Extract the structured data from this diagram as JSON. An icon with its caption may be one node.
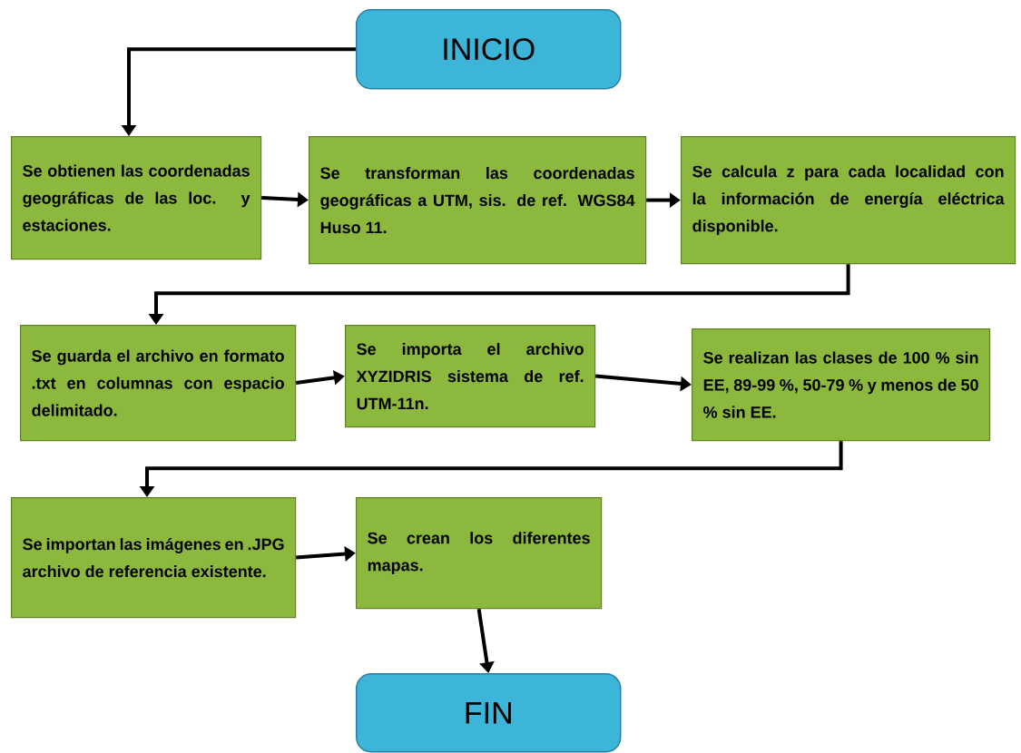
{
  "diagram": {
    "nodes": [
      {
        "text": [
          "INICIO"
        ]
      },
      {
        "text": [
          "Se obtienen las coordenadas geográficas de las loc. y estaciones."
        ]
      },
      {
        "text": [
          "Se transforman las coordenadas geográficas a UTM, sis. de ref. WGS84 Huso 11."
        ]
      },
      {
        "text": [
          "Se calcula z para cada localidad con la información de energía eléctrica disponible."
        ]
      },
      {
        "text": [
          "Se guarda el archivo en formato .txt en columnas con espacio delimitado."
        ]
      },
      {
        "text": [
          "Se importa el archivo XYZIDRIS sistema de ref. UTM-11n."
        ]
      },
      {
        "text": [
          "Se realizan las clases de 100 % sin EE, 89-99 %, 50-79 % y menos de 50 % sin EE."
        ]
      },
      {
        "text": [
          "Se importan las imágenes en .JPG archivo de referencia existente."
        ]
      },
      {
        "text": [
          "Se crean los diferentes mapas."
        ]
      },
      {
        "text": [
          "FIN"
        ]
      }
    ],
    "edges": [
      {
        "from": 0,
        "to": 1,
        "arrow": "to"
      },
      {
        "from": 1,
        "to": 2,
        "arrow": "to"
      },
      {
        "from": 2,
        "to": 3,
        "arrow": "to"
      },
      {
        "from": 3,
        "to": 4,
        "arrow": "to"
      },
      {
        "from": 4,
        "to": 5,
        "arrow": "to"
      },
      {
        "from": 5,
        "to": 6,
        "arrow": "to"
      },
      {
        "from": 6,
        "to": 7,
        "arrow": "to"
      },
      {
        "from": 7,
        "to": 8,
        "arrow": "to"
      },
      {
        "from": 8,
        "to": 9,
        "arrow": "to"
      }
    ]
  }
}
